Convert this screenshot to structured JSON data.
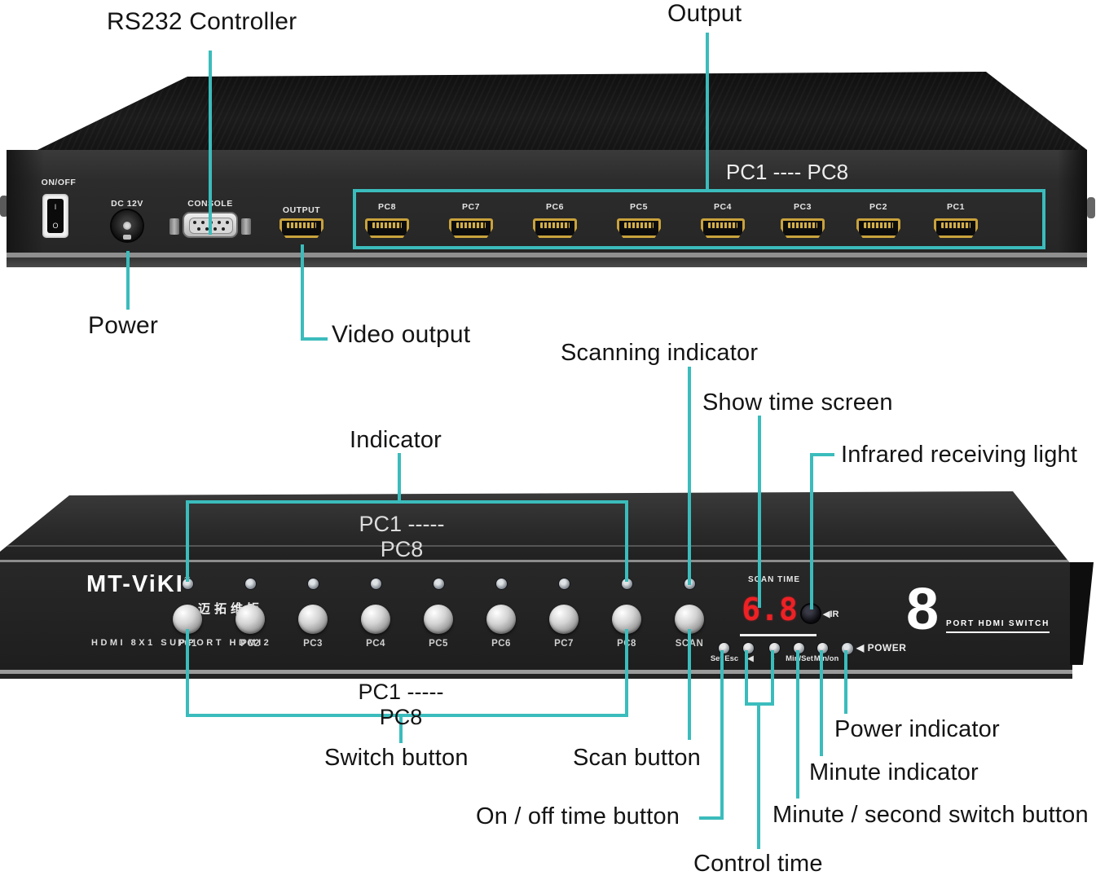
{
  "colors": {
    "leader": "#3bbcbc",
    "panel_dark": "#242424",
    "hdmi_gold": "#c9a23c",
    "seg_red": "#ee2125"
  },
  "rear": {
    "callouts": {
      "rs232": "RS232 Controller",
      "output": "Output",
      "power": "Power",
      "video_output": "Video output"
    },
    "panel": {
      "pc_range": "PC1 ---- PC8",
      "on_off": "ON/OFF",
      "dc": "DC 12V",
      "console": "CONSOLE",
      "output_port": "OUTPUT",
      "ports": [
        "PC8",
        "PC7",
        "PC6",
        "PC5",
        "PC4",
        "PC3",
        "PC2",
        "PC1"
      ]
    }
  },
  "front": {
    "callouts": {
      "scanning": "Scanning indicator",
      "show_time": "Show time screen",
      "indicator": "Indicator",
      "infrared": "Infrared receiving light",
      "switch_button": "Switch button",
      "scan_button": "Scan button",
      "on_off_time": "On / off time button",
      "control_time": "Control time",
      "minute_second": "Minute / second switch button",
      "minute_indicator": "Minute indicator",
      "power_indicator": "Power indicator",
      "pc_range_bottom": "PC1 ----- PC8"
    },
    "panel": {
      "pc_range_top": "PC1 ----- PC8",
      "brand": "MT-ViKI",
      "brand_reg": "®",
      "brand_cn": "迈拓维矩",
      "model_line": "HDMI 8X1 SUPPORT HDMI2",
      "buttons": [
        "PC1",
        "PC2",
        "PC3",
        "PC4",
        "PC5",
        "PC6",
        "PC7",
        "PC8"
      ],
      "scan": "SCAN",
      "scan_time": "SCAN TIME",
      "display_value": "6.8.",
      "ir": "◀IR",
      "power": "◀ POWER",
      "small_labels": [
        "Set Esc",
        "◀",
        "-",
        "Min/Set",
        "Min/on"
      ],
      "badge_number": "8",
      "badge_text": "PORT HDMI SWITCH"
    }
  }
}
